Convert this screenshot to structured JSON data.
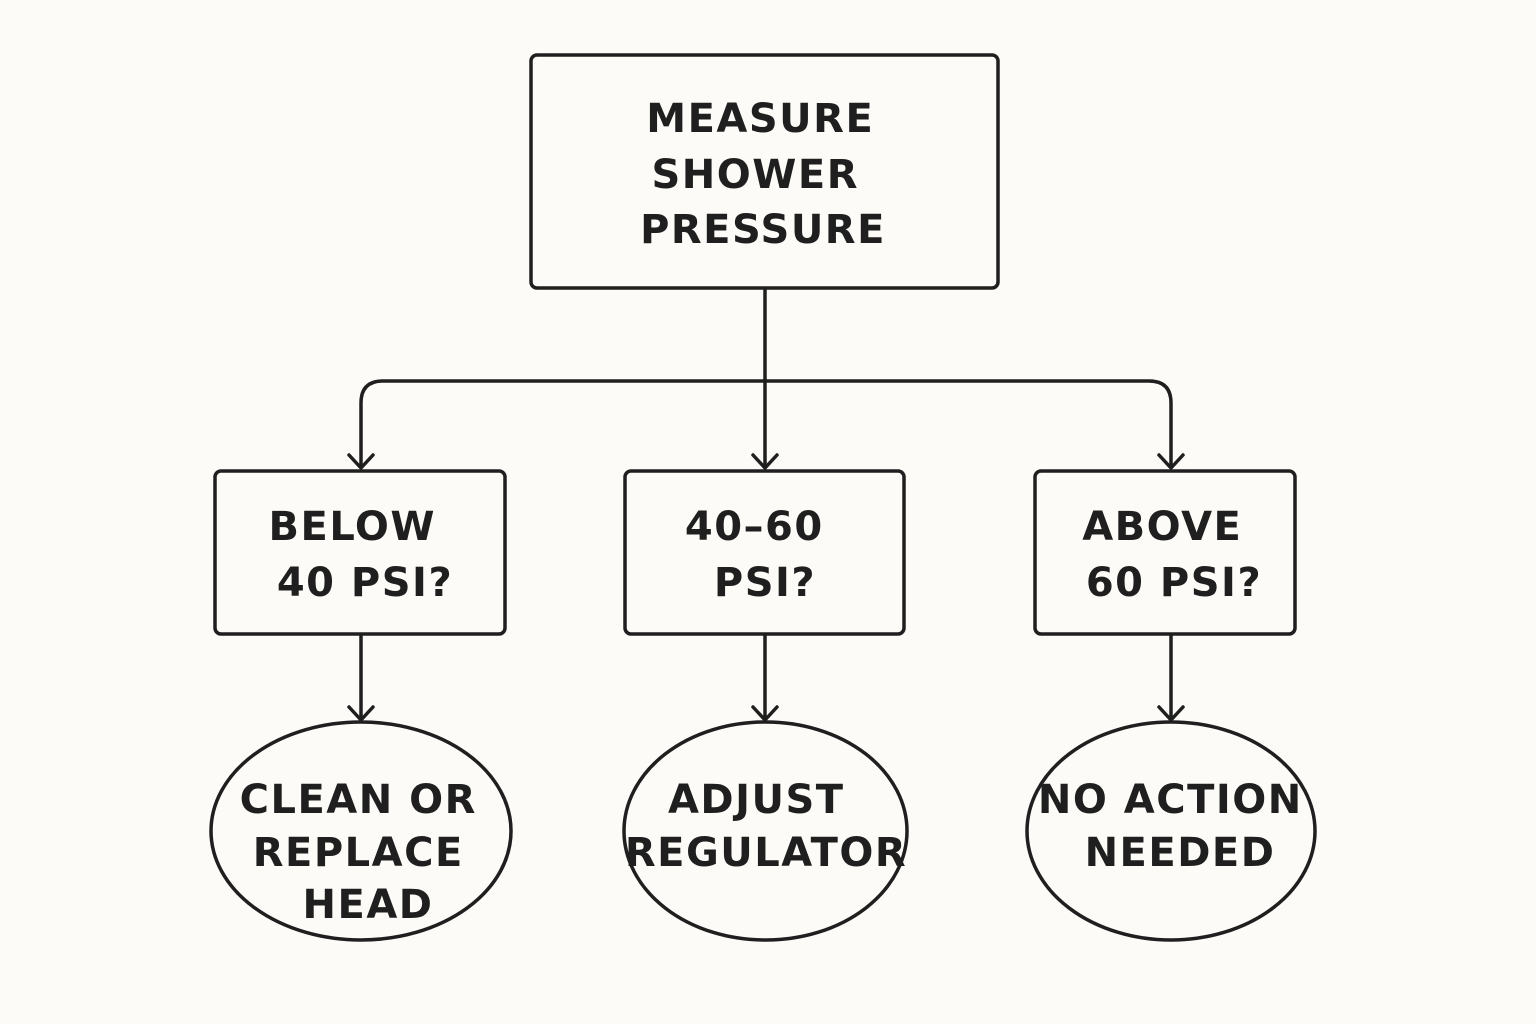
{
  "diagram": {
    "root": {
      "lines": [
        "MEASURE",
        "SHOWER",
        "PRESSURE"
      ]
    },
    "decisions": [
      {
        "lines": [
          "BELOW",
          "40 PSI?"
        ]
      },
      {
        "lines": [
          "40–60",
          "PSI?"
        ]
      },
      {
        "lines": [
          "ABOVE",
          "60 PSI?"
        ]
      }
    ],
    "outcomes": [
      {
        "lines": [
          "CLEAN OR",
          "REPLACE",
          "HEAD"
        ]
      },
      {
        "lines": [
          "ADJUST",
          "REGULATOR"
        ]
      },
      {
        "lines": [
          "NO ACTION",
          "NEEDED"
        ]
      }
    ],
    "colors": {
      "background": "#fdfbf7",
      "stroke": "#1f1f1f",
      "text": "#1f1f1f"
    }
  }
}
